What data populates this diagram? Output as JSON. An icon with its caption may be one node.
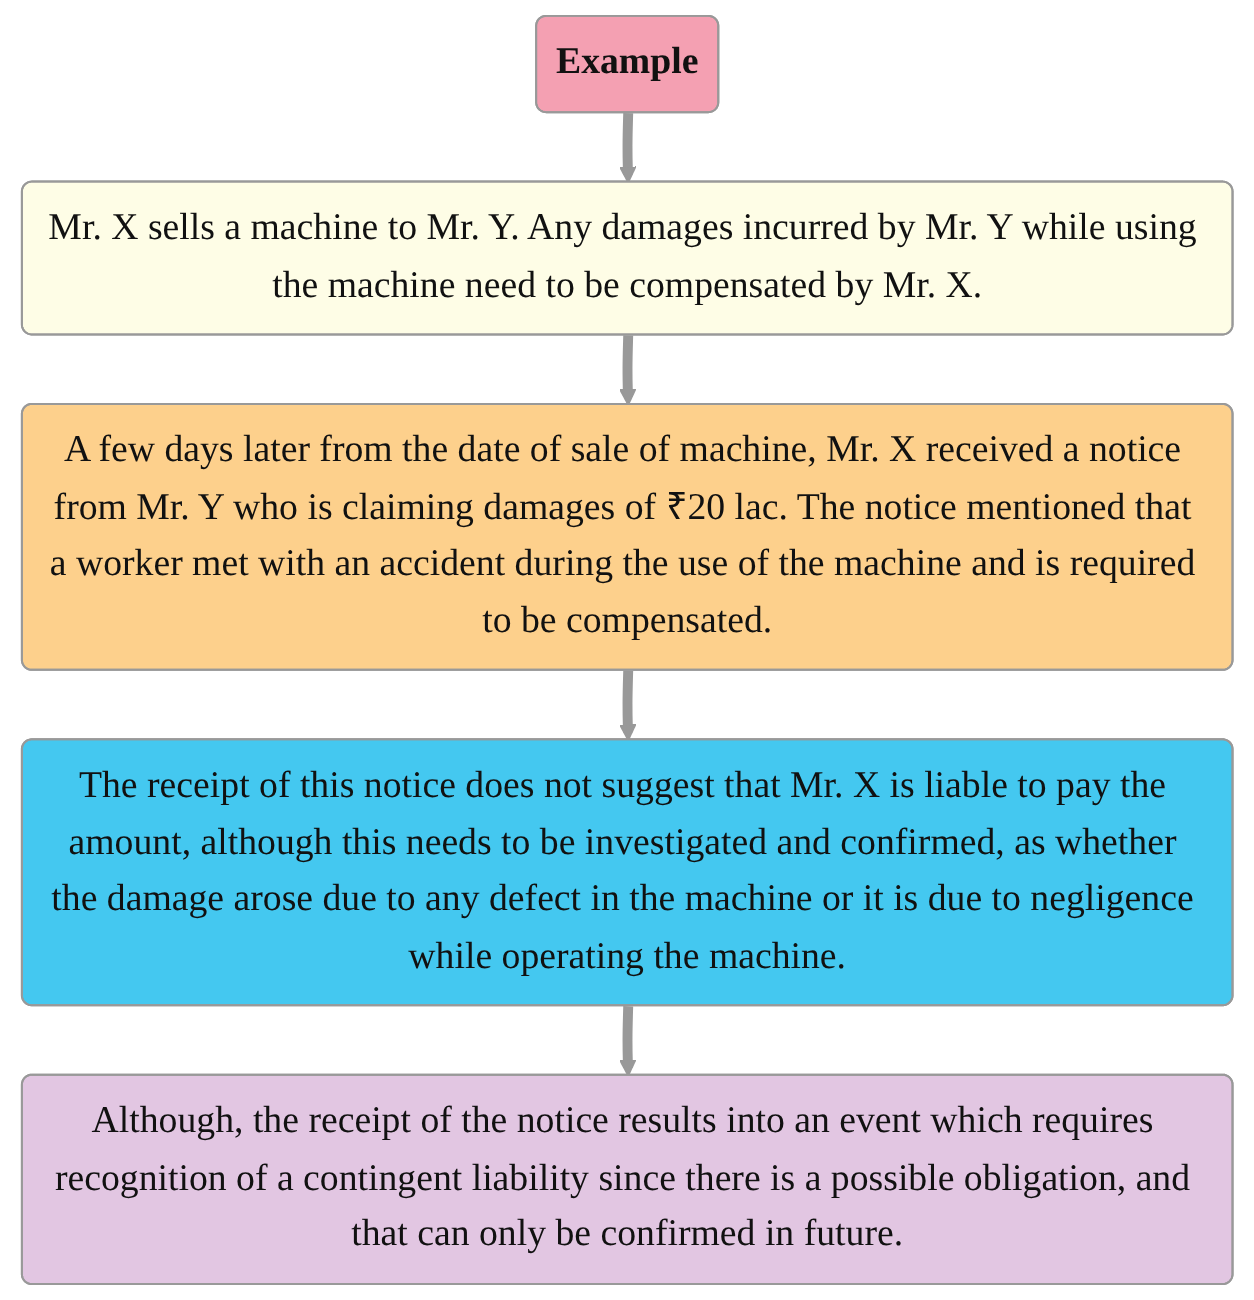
{
  "diagram": {
    "nodes": [
      {
        "text": [
          "Example"
        ]
      },
      {
        "text": [
          "Mr. X sells a machine to Mr. Y. Any damages incurred by Mr. Y while using the machine need to be compensated by Mr. X."
        ]
      },
      {
        "text": [
          "A few days later from the date of sale of machine, Mr. X received a notice from Mr. Y who is claiming damages of ₹20 lac. The notice mentioned that a worker met with an accident during the use of the machine and is required to be compensated."
        ]
      },
      {
        "text": [
          "The receipt of this notice does not suggest that Mr. X is liable to pay the amount, although this needs to be investigated and confirmed, as whether the damage arose due to any defect in the machine or it is due to negligence while operating the machine."
        ]
      },
      {
        "text": [
          "Although, the receipt of the notice results into an event which requires recognition of a contingent liability since there is a possible obligation, and that can only be confirmed in future."
        ]
      }
    ],
    "edges": [
      {
        "from": 0,
        "to": 1,
        "arrow": "to"
      },
      {
        "from": 1,
        "to": 2,
        "arrow": "to"
      },
      {
        "from": 2,
        "to": 3,
        "arrow": "to"
      },
      {
        "from": 3,
        "to": 4,
        "arrow": "to"
      }
    ]
  }
}
